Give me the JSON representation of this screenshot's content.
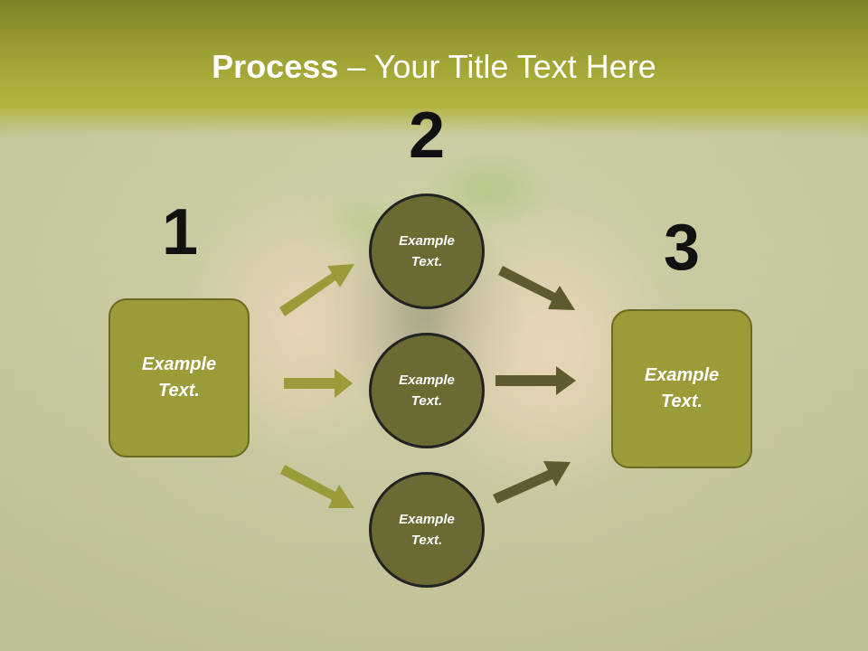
{
  "slide": {
    "title_bold": "Process",
    "title_rest": " – Your Title Text Here"
  },
  "numbers": {
    "one": "1",
    "two": "2",
    "three": "3"
  },
  "left_box": {
    "text": "Example Text."
  },
  "right_box": {
    "text": "Example Text."
  },
  "circles": [
    {
      "text": "Example Text."
    },
    {
      "text": "Example Text."
    },
    {
      "text": "Example Text."
    }
  ],
  "colors": {
    "title_band": "#9ea034",
    "box_fill": "#9c9b39",
    "circle_fill": "#6c6a33",
    "arrow_left": "#9c9b39",
    "arrow_right": "#5e5c2e"
  }
}
